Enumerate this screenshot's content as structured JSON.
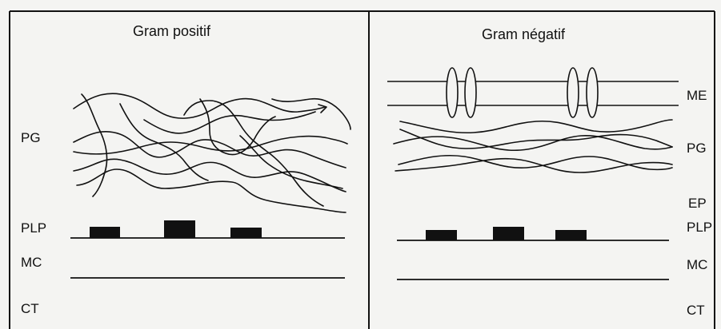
{
  "left_panel": {
    "title": "Gram positif",
    "labels": {
      "pg": "PG",
      "plp": "PLP",
      "mc": "MC",
      "ct": "CT"
    }
  },
  "right_panel": {
    "title": "Gram négatif",
    "labels": {
      "me": "ME",
      "pg": "PG",
      "ep": "EP",
      "plp": "PLP",
      "mc": "MC",
      "ct": "CT"
    }
  },
  "colors": {
    "ink": "#111111",
    "paper": "#f4f4f2"
  }
}
